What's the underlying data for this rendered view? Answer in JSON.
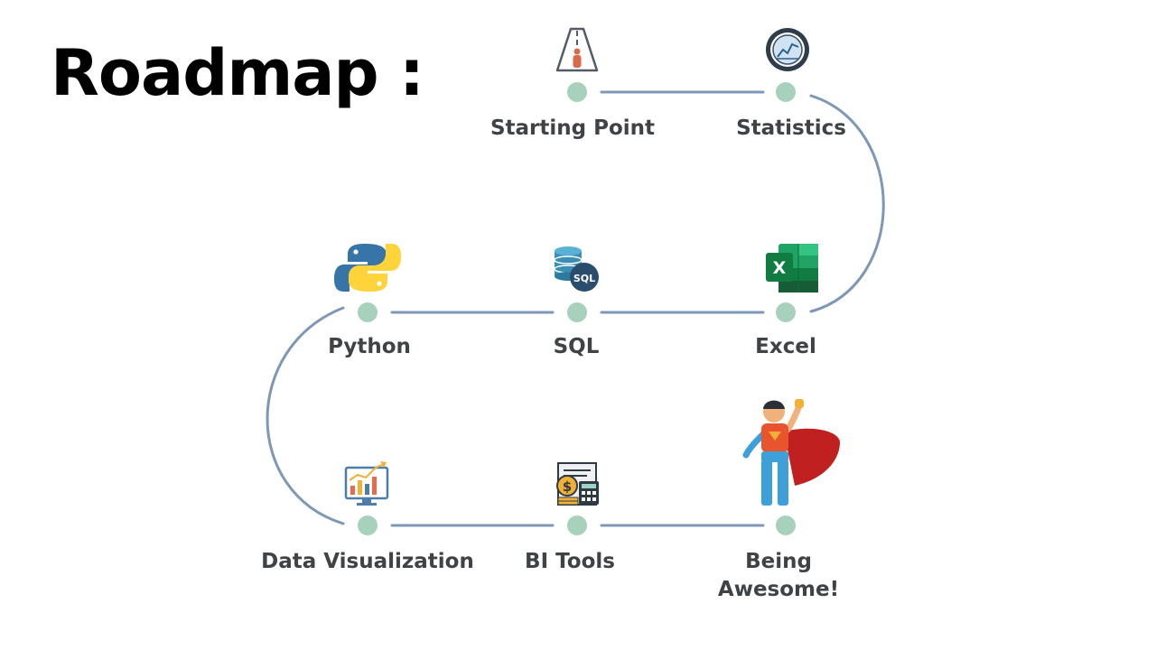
{
  "title": "Roadmap :",
  "colors": {
    "path": "#7d97b6",
    "node": "#a7d1bd",
    "label": "#3f4346",
    "title": "#000000"
  },
  "steps": [
    {
      "label": "Starting Point",
      "icon": "road-icon"
    },
    {
      "label": "Statistics",
      "icon": "statistics-badge-icon"
    },
    {
      "label": "Excel",
      "icon": "excel-icon"
    },
    {
      "label": "SQL",
      "icon": "sql-database-icon"
    },
    {
      "label": "Python",
      "icon": "python-icon"
    },
    {
      "label": "Data Visualization",
      "icon": "chart-monitor-icon"
    },
    {
      "label": "BI Tools",
      "icon": "bi-report-icon"
    },
    {
      "label_lines": [
        "Being",
        "Awesome!"
      ],
      "icon": "superhero-icon"
    }
  ]
}
